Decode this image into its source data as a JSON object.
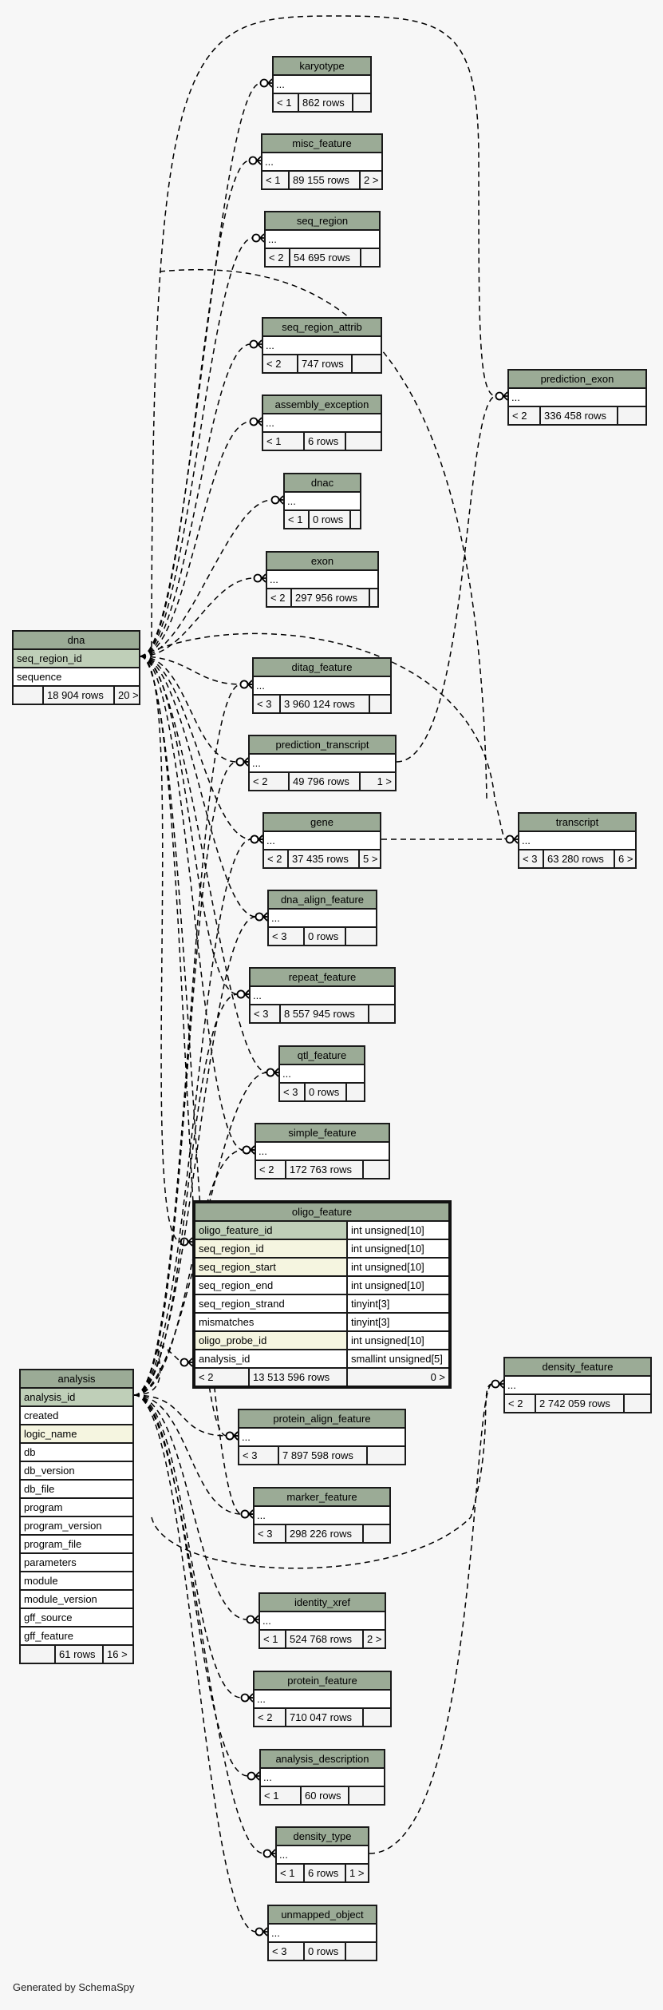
{
  "footer": "Generated by SchemaSpy",
  "colors": {
    "header": "#9bab96",
    "primary_key": "#bfcfb8",
    "indexed": "#f5f5e0",
    "background": "#f7f7f7"
  },
  "tables": {
    "karyotype": {
      "name": "karyotype",
      "body": "...",
      "parents": "< 1",
      "rows": "862 rows",
      "children": ""
    },
    "misc_feature": {
      "name": "misc_feature",
      "body": "...",
      "parents": "< 1",
      "rows": "89 155 rows",
      "children": "2 >"
    },
    "seq_region": {
      "name": "seq_region",
      "body": "...",
      "parents": "< 2",
      "rows": "54 695 rows",
      "children": ""
    },
    "seq_region_attrib": {
      "name": "seq_region_attrib",
      "body": "...",
      "parents": "< 2",
      "rows": "747 rows",
      "children": ""
    },
    "assembly_exception": {
      "name": "assembly_exception",
      "body": "...",
      "parents": "< 1",
      "rows": "6 rows",
      "children": ""
    },
    "dnac": {
      "name": "dnac",
      "body": "...",
      "parents": "< 1",
      "rows": "0 rows",
      "children": ""
    },
    "exon": {
      "name": "exon",
      "body": "...",
      "parents": "< 2",
      "rows": "297 956 rows",
      "children": ""
    },
    "ditag_feature": {
      "name": "ditag_feature",
      "body": "...",
      "parents": "< 3",
      "rows": "3 960 124 rows",
      "children": ""
    },
    "prediction_transcript": {
      "name": "prediction_transcript",
      "body": "...",
      "parents": "< 2",
      "rows": "49 796 rows",
      "children": "1 >"
    },
    "gene": {
      "name": "gene",
      "body": "...",
      "parents": "< 2",
      "rows": "37 435 rows",
      "children": "5 >"
    },
    "dna_align_feature": {
      "name": "dna_align_feature",
      "body": "...",
      "parents": "< 3",
      "rows": "0 rows",
      "children": ""
    },
    "repeat_feature": {
      "name": "repeat_feature",
      "body": "...",
      "parents": "< 3",
      "rows": "8 557 945 rows",
      "children": ""
    },
    "qtl_feature": {
      "name": "qtl_feature",
      "body": "...",
      "parents": "< 3",
      "rows": "0 rows",
      "children": ""
    },
    "simple_feature": {
      "name": "simple_feature",
      "body": "...",
      "parents": "< 2",
      "rows": "172 763 rows",
      "children": ""
    },
    "protein_align_feature": {
      "name": "protein_align_feature",
      "body": "...",
      "parents": "< 3",
      "rows": "7 897 598 rows",
      "children": ""
    },
    "marker_feature": {
      "name": "marker_feature",
      "body": "...",
      "parents": "< 3",
      "rows": "298 226 rows",
      "children": ""
    },
    "identity_xref": {
      "name": "identity_xref",
      "body": "...",
      "parents": "< 1",
      "rows": "524 768 rows",
      "children": "2 >"
    },
    "protein_feature": {
      "name": "protein_feature",
      "body": "...",
      "parents": "< 2",
      "rows": "710 047 rows",
      "children": ""
    },
    "analysis_description": {
      "name": "analysis_description",
      "body": "...",
      "parents": "< 1",
      "rows": "60 rows",
      "children": ""
    },
    "density_type": {
      "name": "density_type",
      "body": "...",
      "parents": "< 1",
      "rows": "6 rows",
      "children": "1 >"
    },
    "unmapped_object": {
      "name": "unmapped_object",
      "body": "...",
      "parents": "< 3",
      "rows": "0 rows",
      "children": ""
    },
    "prediction_exon": {
      "name": "prediction_exon",
      "body": "...",
      "parents": "< 2",
      "rows": "336 458 rows",
      "children": ""
    },
    "transcript": {
      "name": "transcript",
      "body": "...",
      "parents": "< 3",
      "rows": "63 280 rows",
      "children": "6 >"
    },
    "density_feature": {
      "name": "density_feature",
      "body": "...",
      "parents": "< 2",
      "rows": "2 742 059 rows",
      "children": ""
    },
    "dna": {
      "name": "dna",
      "columns": [
        "seq_region_id",
        "sequence"
      ],
      "parents": "",
      "rows": "18 904 rows",
      "children": "20 >"
    },
    "analysis": {
      "name": "analysis",
      "columns": [
        "analysis_id",
        "created",
        "logic_name",
        "db",
        "db_version",
        "db_file",
        "program",
        "program_version",
        "program_file",
        "parameters",
        "module",
        "module_version",
        "gff_source",
        "gff_feature"
      ],
      "parents": "",
      "rows": "61 rows",
      "children": "16 >"
    },
    "oligo_feature": {
      "name": "oligo_feature",
      "columns": [
        {
          "name": "oligo_feature_id",
          "type": "int unsigned[10]"
        },
        {
          "name": "seq_region_id",
          "type": "int unsigned[10]"
        },
        {
          "name": "seq_region_start",
          "type": "int unsigned[10]"
        },
        {
          "name": "seq_region_end",
          "type": "int unsigned[10]"
        },
        {
          "name": "seq_region_strand",
          "type": "tinyint[3]"
        },
        {
          "name": "mismatches",
          "type": "tinyint[3]"
        },
        {
          "name": "oligo_probe_id",
          "type": "int unsigned[10]"
        },
        {
          "name": "analysis_id",
          "type": "smallint unsigned[5]"
        }
      ],
      "parents": "< 2",
      "rows": "13 513 596 rows",
      "children": "0 >"
    }
  }
}
